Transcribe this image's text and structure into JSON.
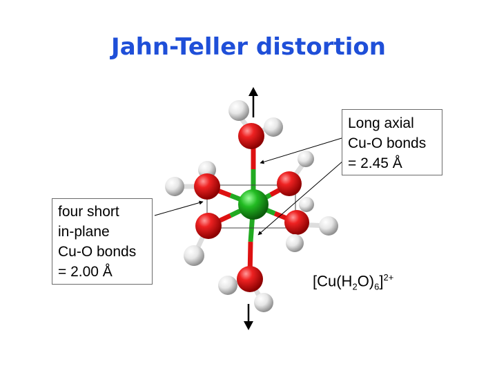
{
  "slide": {
    "title": "Jahn-Teller distortion"
  },
  "callouts": {
    "axial": {
      "lines": [
        "Long axial",
        "Cu-O bonds",
        "= 2.45 Å"
      ]
    },
    "inplane": {
      "lines": [
        "four short",
        "in-plane",
        "Cu-O bonds",
        "= 2.00 Å"
      ]
    }
  },
  "formula": {
    "open": "[Cu(H",
    "sub1": "2",
    "mid": "O)",
    "sub2": "6",
    "close": "]",
    "charge": "2+"
  },
  "colors": {
    "title": "#1f4fd8",
    "copper": "#22aa22",
    "oxygen": "#dd1111",
    "hydrogen": "#e8e8e8"
  }
}
